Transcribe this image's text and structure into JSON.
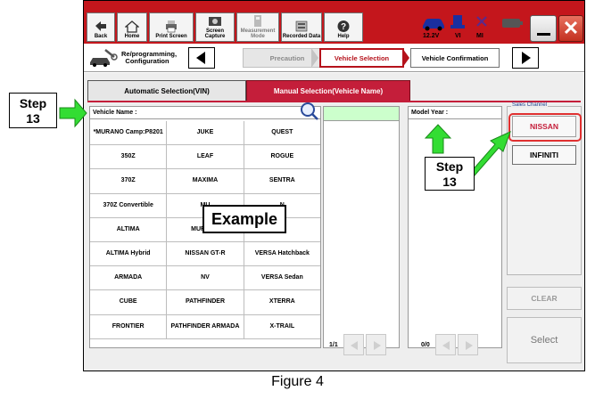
{
  "toolbar": {
    "buttons": [
      {
        "label": "Back",
        "icon": "back-arrow-icon"
      },
      {
        "label": "Home",
        "icon": "home-icon"
      },
      {
        "label": "Print Screen",
        "icon": "printer-icon"
      },
      {
        "label": "Screen Capture",
        "icon": "camera-icon"
      },
      {
        "label": "Measurement Mode",
        "icon": "measurement-icon",
        "disabled": true
      },
      {
        "label": "Recorded Data",
        "icon": "recorded-data-icon"
      },
      {
        "label": "Help",
        "icon": "help-icon"
      }
    ],
    "voltage": "12.2V",
    "vi": "VI",
    "mi": "MI"
  },
  "breadcrumb": {
    "home": "Re/programming, Configuration",
    "steps": [
      "Precaution",
      "Vehicle Selection",
      "Vehicle Confirmation"
    ]
  },
  "tabs": {
    "auto": "Automatic Selection(VIN)",
    "manual": "Manual Selection(Vehicle Name)"
  },
  "vehicle_panel": {
    "header": "Vehicle Name :",
    "rows": [
      [
        "*MURANO Camp:P8201",
        "JUKE",
        "QUEST"
      ],
      [
        "350Z",
        "LEAF",
        "ROGUE"
      ],
      [
        "370Z",
        "MAXIMA",
        "SENTRA"
      ],
      [
        "370Z Convertible",
        "MU",
        "N"
      ],
      [
        "ALTIMA",
        "MURA Ca",
        "N"
      ],
      [
        "ALTIMA Hybrid",
        "NISSAN GT-R",
        "VERSA Hatchback"
      ],
      [
        "ARMADA",
        "NV",
        "VERSA Sedan"
      ],
      [
        "CUBE",
        "PATHFINDER",
        "XTERRA"
      ],
      [
        "FRONTIER",
        "PATHFINDER ARMADA",
        "X-TRAIL"
      ]
    ],
    "page": "1/1"
  },
  "year_panel": {
    "header": "Model Year :",
    "page": "0/0"
  },
  "sales_channel": {
    "label": "Sales Channel",
    "nissan": "NISSAN",
    "infiniti": "INFINITI"
  },
  "actions": {
    "clear": "CLEAR",
    "select": "Select"
  },
  "annotations": {
    "step_left": "Step 13",
    "step_right": "Step 13",
    "example": "Example",
    "caption": "Figure 4"
  },
  "colors": {
    "toolbar": "#c4161c",
    "accent": "#c41e3a",
    "arrow": "#33dd33",
    "highlight_ring": "#e03030"
  }
}
